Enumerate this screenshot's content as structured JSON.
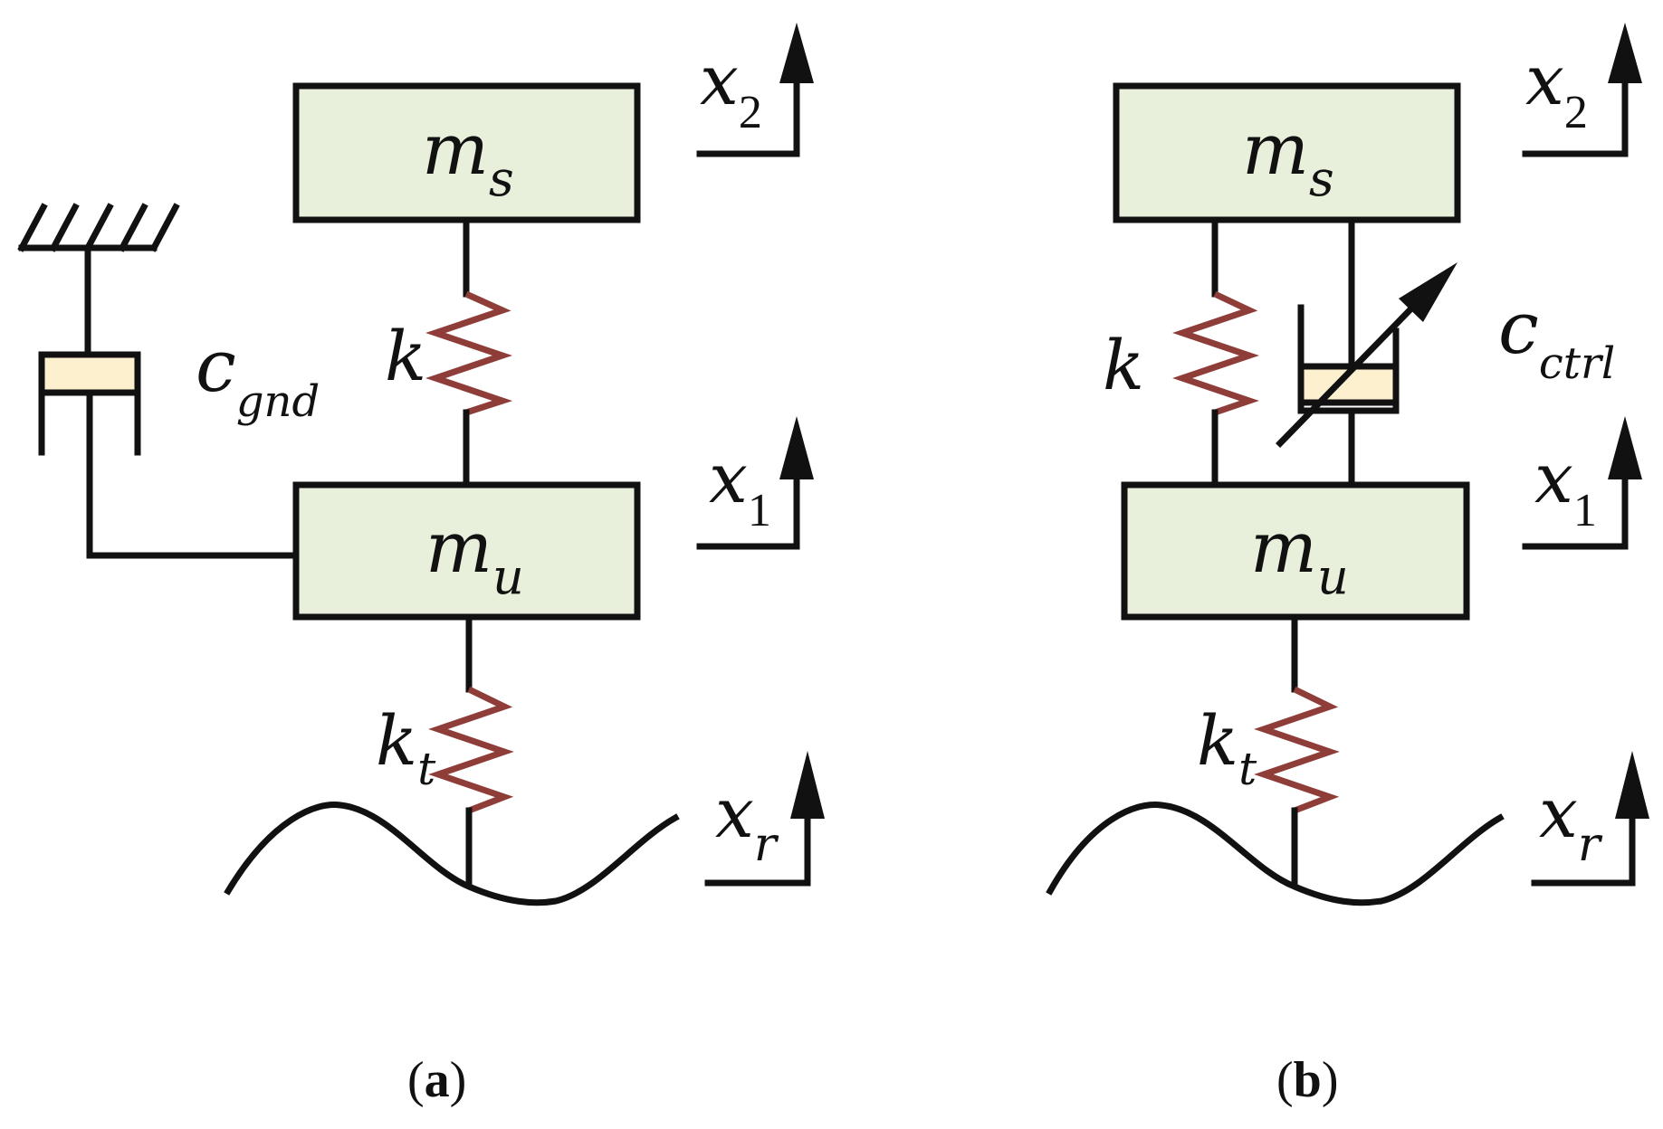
{
  "panel_a": {
    "mass_top": {
      "symbol": "m",
      "sub": "s"
    },
    "mass_bottom": {
      "symbol": "m",
      "sub": "u"
    },
    "spring_top": {
      "symbol": "k"
    },
    "spring_tire": {
      "symbol": "k",
      "sub": "t"
    },
    "damper": {
      "symbol": "c",
      "sub": "gnd"
    },
    "disp_x2": {
      "symbol": "x",
      "sub": "2"
    },
    "disp_x1": {
      "symbol": "x",
      "sub": "1"
    },
    "disp_xr": {
      "symbol": "x",
      "sub": "r"
    },
    "caption": {
      "open": "(",
      "letter": "a",
      "close": ")"
    }
  },
  "panel_b": {
    "mass_top": {
      "symbol": "m",
      "sub": "s"
    },
    "mass_bottom": {
      "symbol": "m",
      "sub": "u"
    },
    "spring_top": {
      "symbol": "k"
    },
    "spring_tire": {
      "symbol": "k",
      "sub": "t"
    },
    "damper": {
      "symbol": "c",
      "sub": "ctrl"
    },
    "disp_x2": {
      "symbol": "x",
      "sub": "2"
    },
    "disp_x1": {
      "symbol": "x",
      "sub": "1"
    },
    "disp_xr": {
      "symbol": "x",
      "sub": "r"
    },
    "caption": {
      "open": "(",
      "letter": "b",
      "close": ")"
    }
  },
  "colors": {
    "mass_fill": "#e8f0dc",
    "piston_fill": "#fdf0cf",
    "spring_stroke": "#8e3d38",
    "line_stroke": "#111111"
  }
}
